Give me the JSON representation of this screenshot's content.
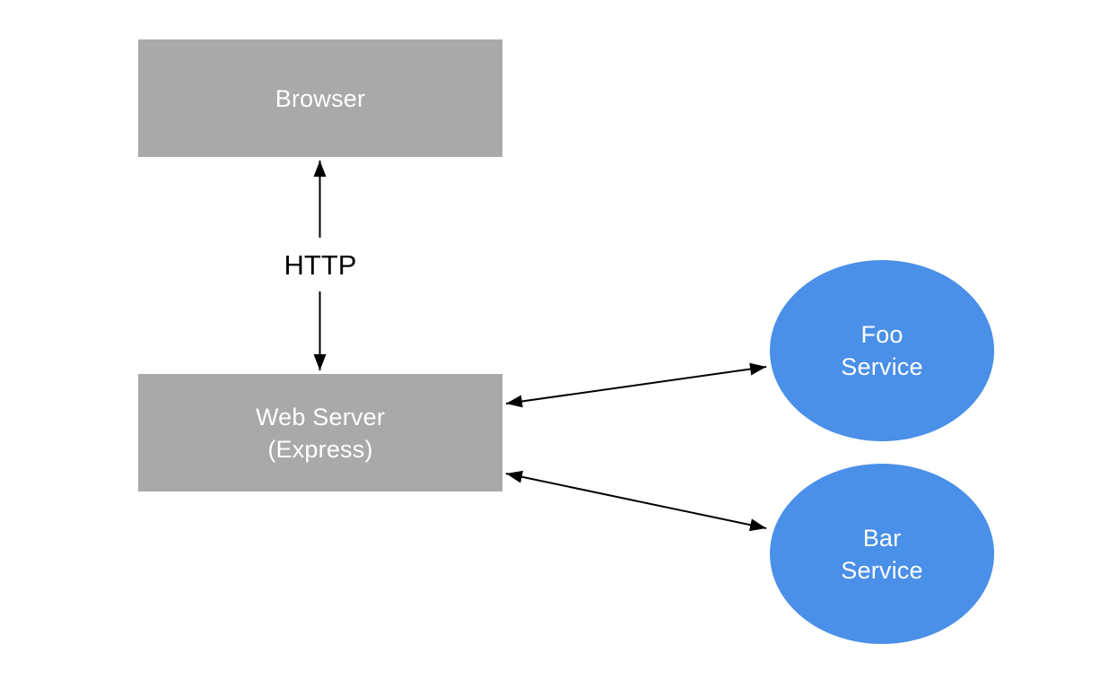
{
  "diagram": {
    "nodes": {
      "browser": {
        "shape": "rectangle",
        "lines": [
          "Browser"
        ]
      },
      "web_server": {
        "shape": "rectangle",
        "lines": [
          "Web Server",
          "(Express)"
        ]
      },
      "foo_service": {
        "shape": "ellipse",
        "lines": [
          "Foo",
          "Service"
        ]
      },
      "bar_service": {
        "shape": "ellipse",
        "lines": [
          "Bar",
          "Service"
        ]
      }
    },
    "edges": {
      "browser_web_server": {
        "label": "HTTP",
        "direction": "bidirectional"
      },
      "web_server_foo_service": {
        "label": "",
        "direction": "bidirectional"
      },
      "web_server_bar_service": {
        "label": "",
        "direction": "bidirectional"
      }
    },
    "colors": {
      "background": "#ffffff",
      "box_fill": "#a9a9a9",
      "ellipse_fill": "#4a8fe8",
      "node_text": "#ffffff",
      "arrow": "#000000",
      "edge_label": "#000000"
    }
  }
}
